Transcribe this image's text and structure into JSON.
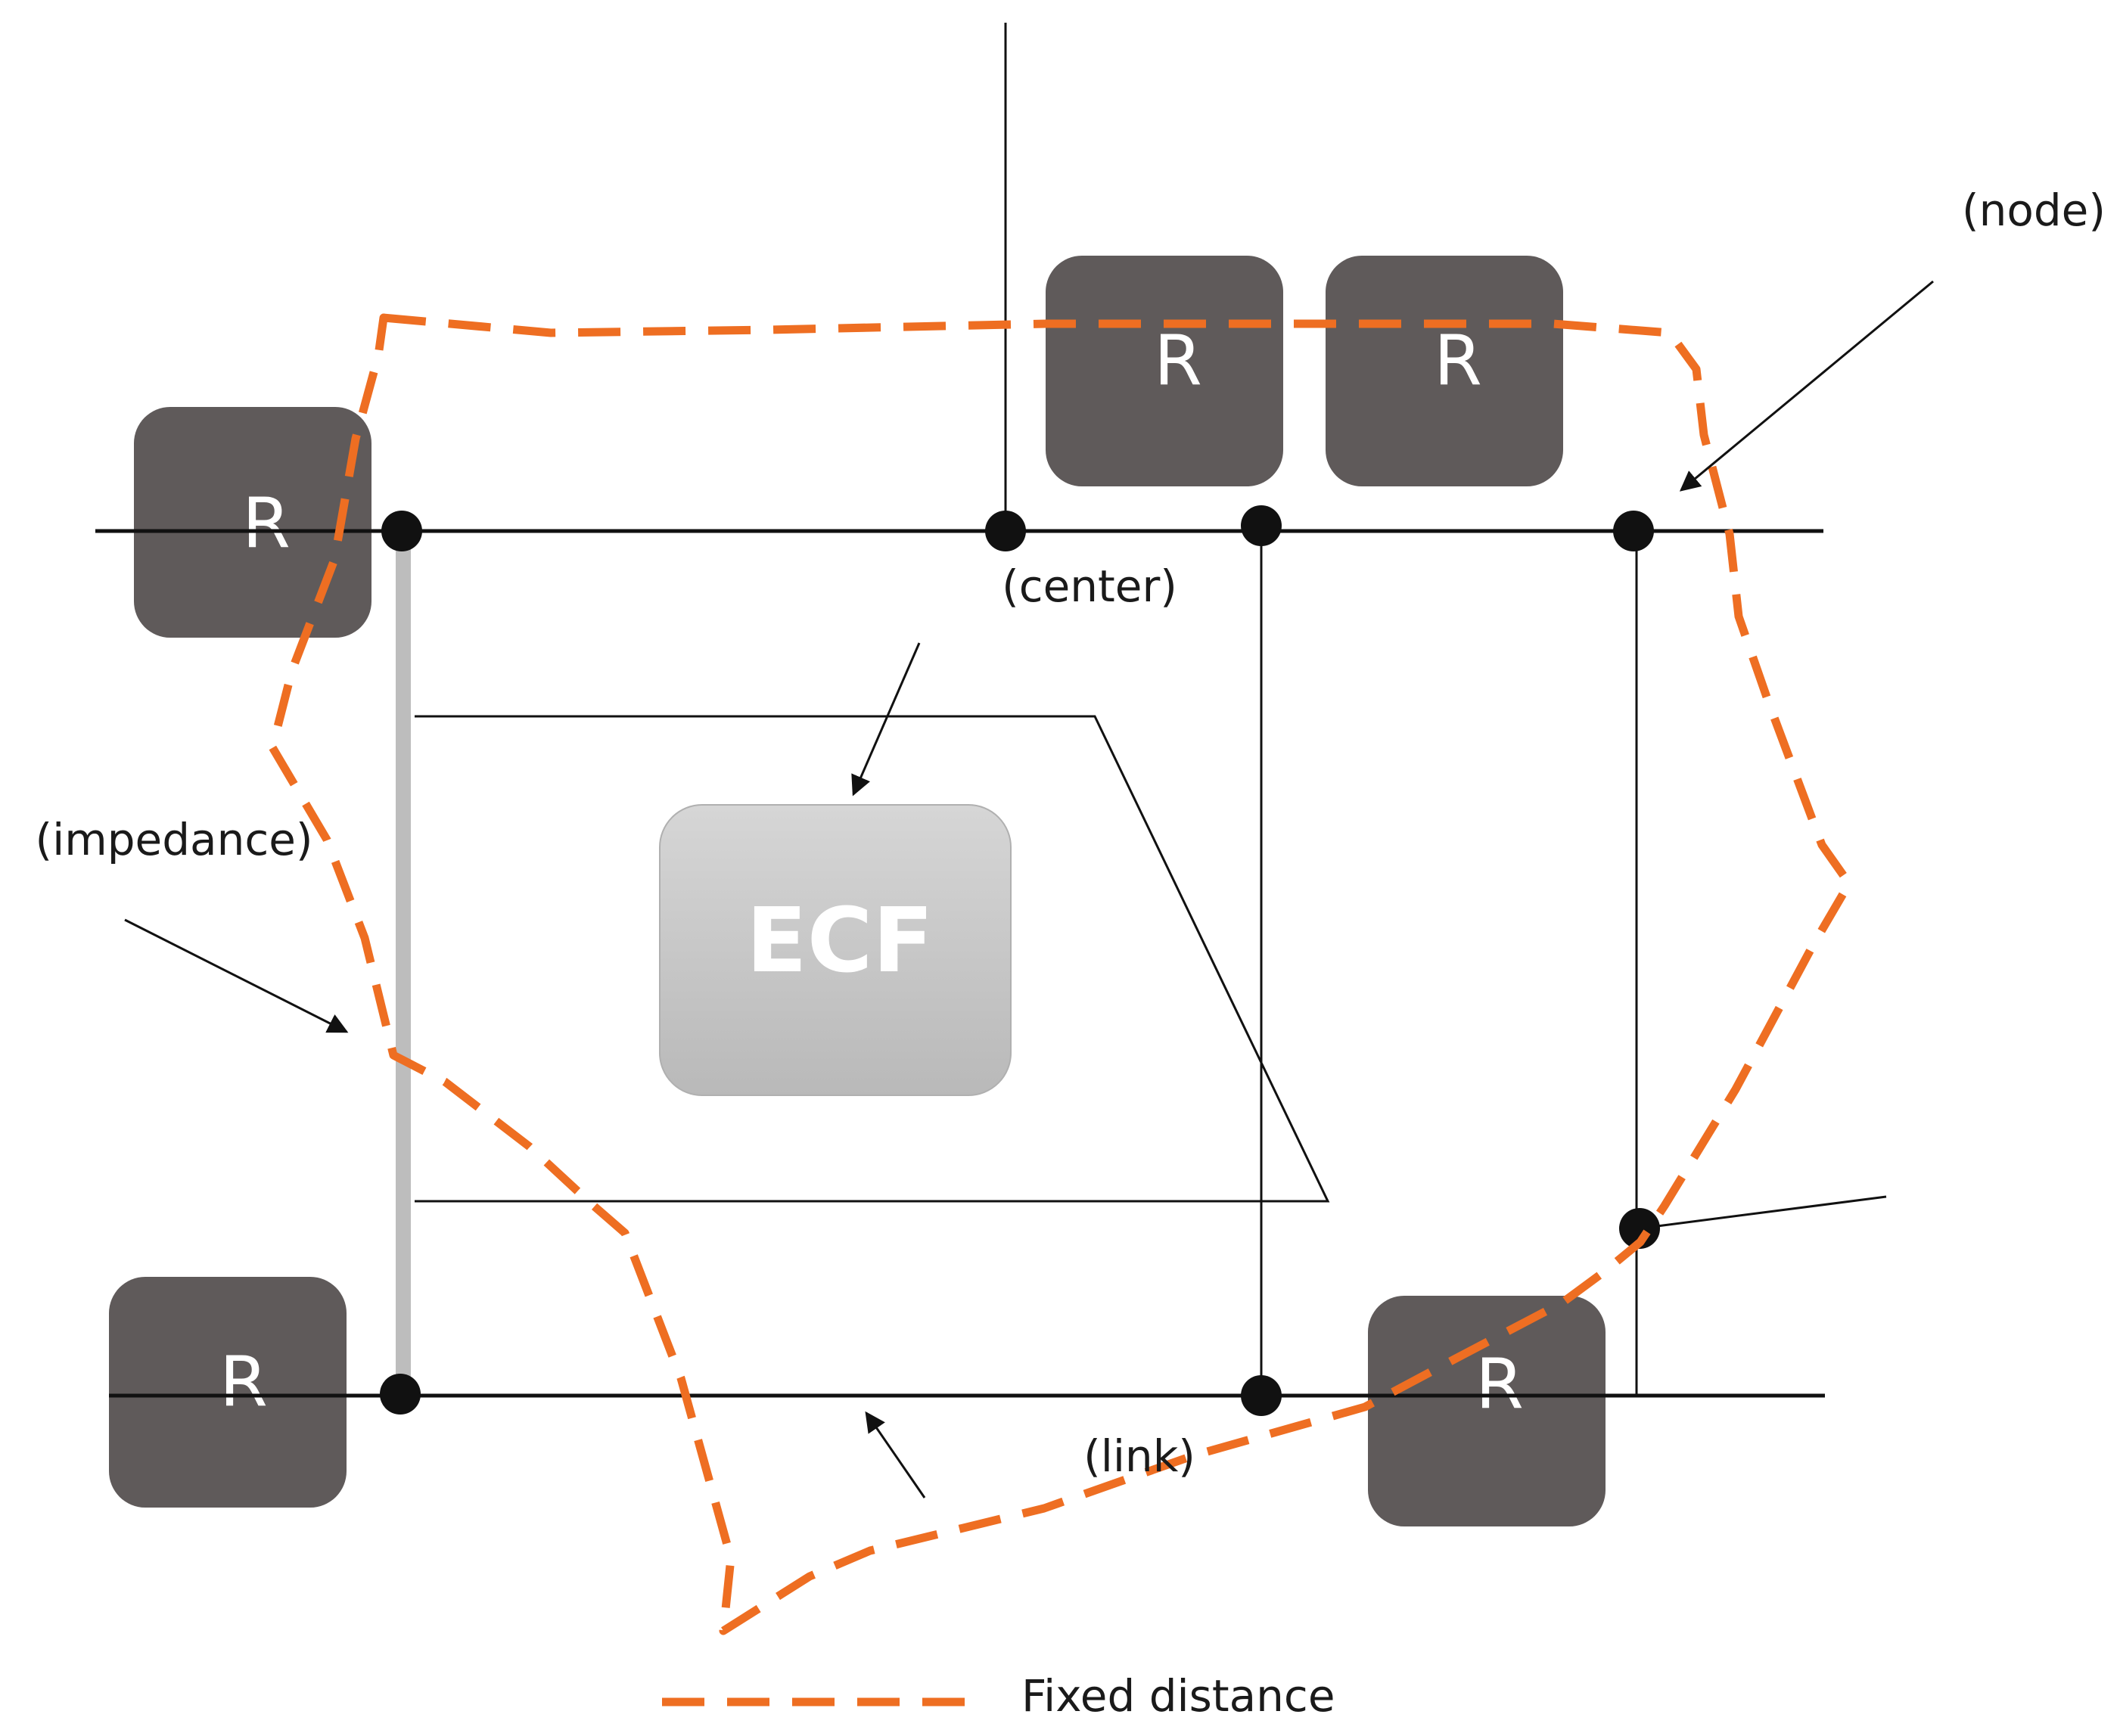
{
  "colors": {
    "residential": "#5f5a5a",
    "ecf_top": "#d6d6d6",
    "ecf_bottom": "#b9b9b9",
    "fixed_distance": "#ee6e22",
    "impedance_link": "#bdbdbd",
    "line": "#111111"
  },
  "labels": {
    "node": "(node)",
    "center": "(center)",
    "impedance": "(impedance)",
    "link": "(link)",
    "ecf": "ECF",
    "residential": "R"
  },
  "legend": {
    "fixed_distance": "Fixed distance"
  }
}
